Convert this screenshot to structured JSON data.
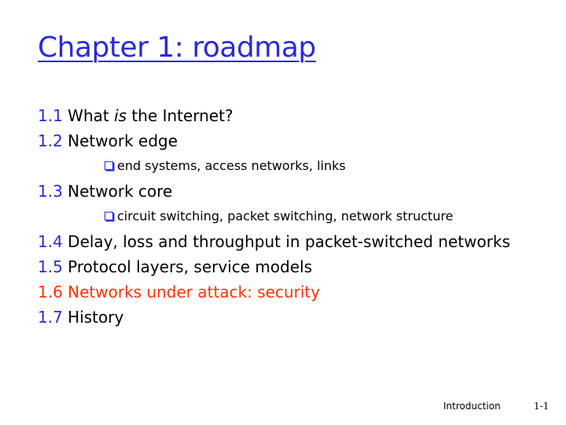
{
  "title": "Chapter 1: roadmap",
  "items": [
    {
      "num": "1.1",
      "text_pre": " What ",
      "text_em": "is",
      "text_post": " the Internet?"
    },
    {
      "num": "1.2",
      "text": " Network edge",
      "sub": "end systems, access networks, links"
    },
    {
      "num": "1.3",
      "text": " Network core",
      "sub": "circuit switching, packet switching, network structure"
    },
    {
      "num": "1.4",
      "text": " Delay, loss and throughput in packet-switched networks"
    },
    {
      "num": "1.5",
      "text": " Protocol layers, service models"
    },
    {
      "num": "1.6",
      "text": " Networks under attack: security"
    },
    {
      "num": "1.7",
      "text": " History"
    }
  ],
  "footer": {
    "label": "Introduction",
    "page": "1-1"
  },
  "colors": {
    "accent": "#2a2ad8",
    "highlight": "#ff3300"
  },
  "icons": {
    "bullet": "checkbox-square-icon"
  }
}
